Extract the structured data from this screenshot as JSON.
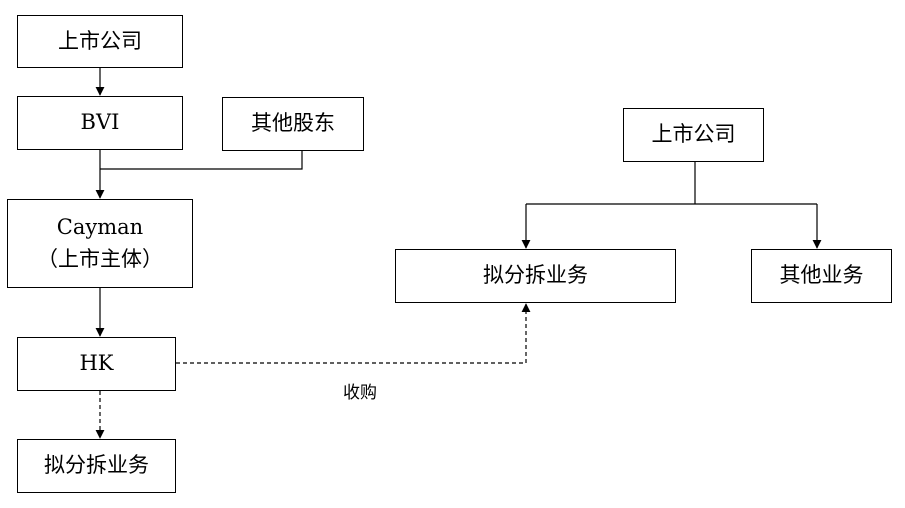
{
  "diagram": {
    "left": {
      "listed_company": "上市公司",
      "bvi": "BVI",
      "other_shareholders": "其他股东",
      "cayman_line1": "Cayman",
      "cayman_line2": "（上市主体）",
      "hk": "HK",
      "proposed_spinoff": "拟分拆业务"
    },
    "right": {
      "listed_company": "上市公司",
      "proposed_spinoff": "拟分拆业务",
      "other_business": "其他业务"
    },
    "acquisition_label": "收购"
  }
}
